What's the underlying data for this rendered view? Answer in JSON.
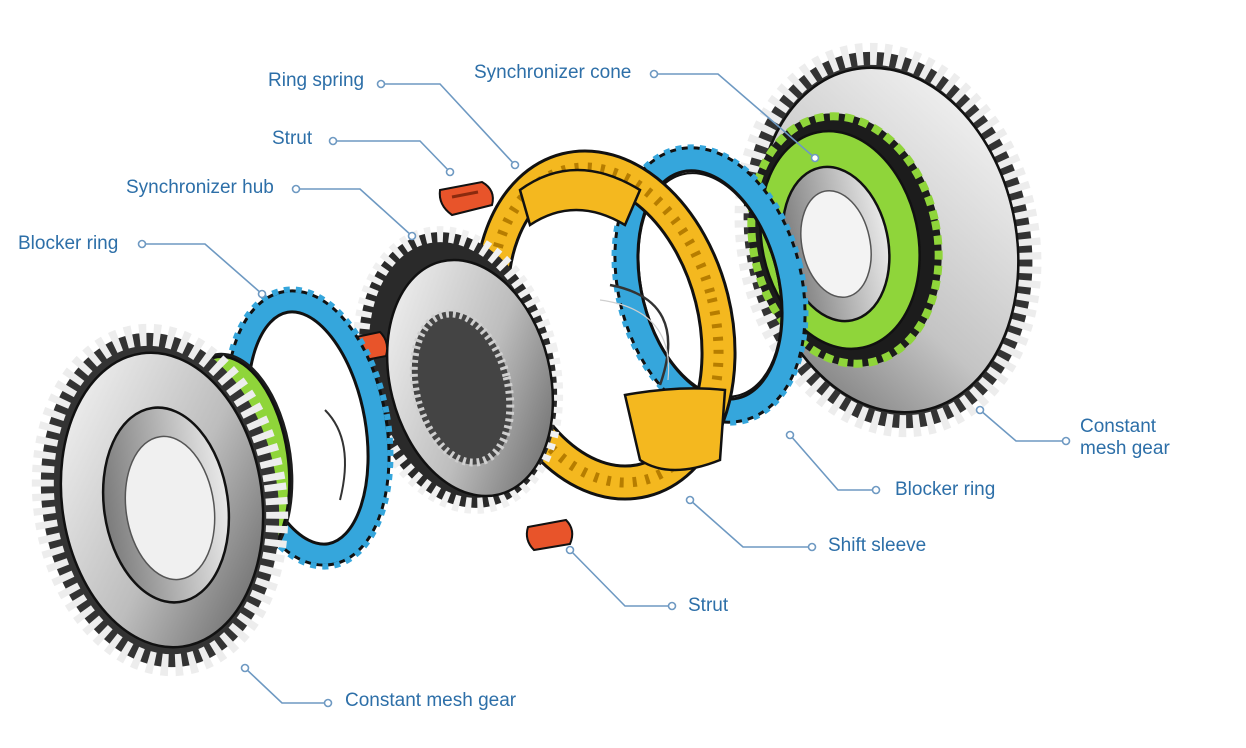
{
  "labels": {
    "ring_spring": "Ring spring",
    "synchronizer_cone": "Synchronizer cone",
    "strut_top": "Strut",
    "synchronizer_hub": "Synchronizer hub",
    "blocker_ring_left": "Blocker ring",
    "constant_mesh_gear_right": "Constant mesh gear",
    "blocker_ring_right": "Blocker ring",
    "shift_sleeve": "Shift sleeve",
    "strut_bottom": "Strut",
    "constant_mesh_gear_left": "Constant mesh gear"
  },
  "colors": {
    "label_text": "#2d6fa8",
    "leader_line": "#6e99c2",
    "gear_light": "#f1f1f1",
    "gear_dark": "#4a4a4a",
    "blocker_ring": "#35a6dc",
    "synchronizer_cone": "#8fd53a",
    "shift_sleeve": "#f4b81f",
    "strut": "#e8542a",
    "outline": "#111111"
  },
  "icons": {
    "leader_anchor": "small-open-circle"
  }
}
